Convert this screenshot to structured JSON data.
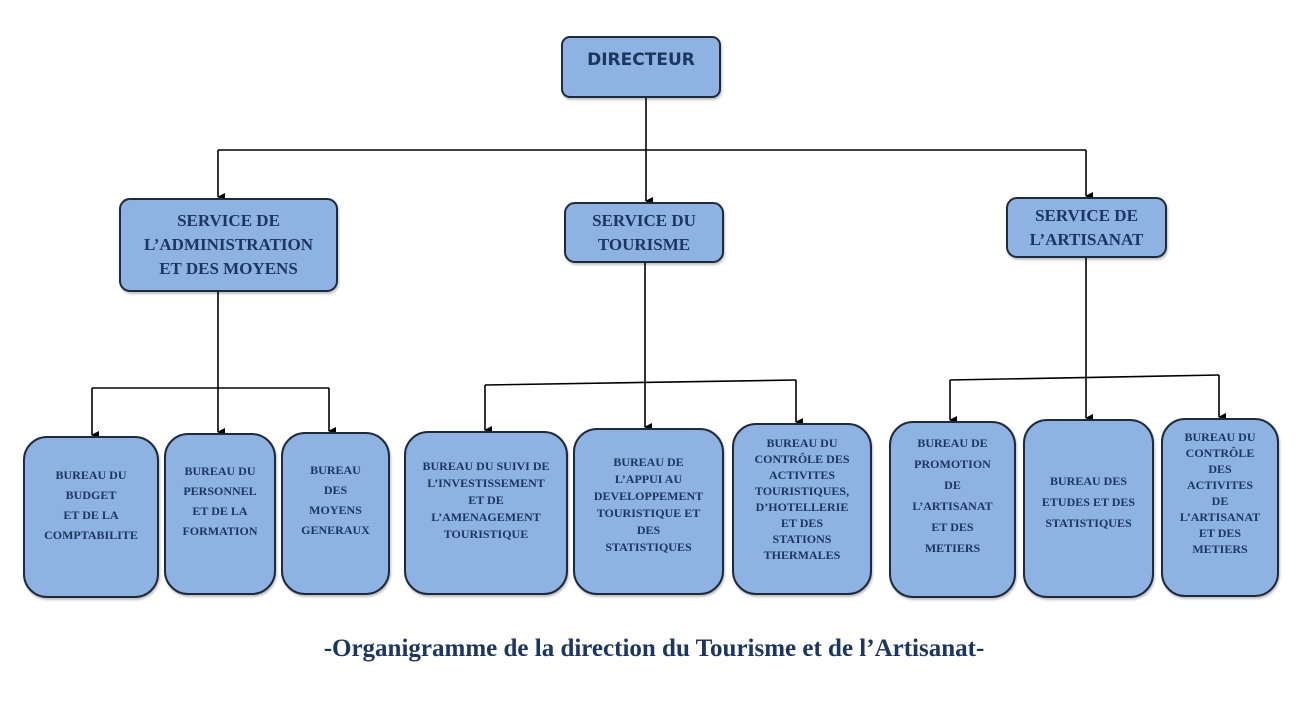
{
  "colors": {
    "box_fill": "#8eb2e2",
    "box_border": "#1f2a3a",
    "text": "#1c3660",
    "connector": "#000000"
  },
  "director": {
    "label": "DIRECTEUR"
  },
  "services": [
    {
      "id": "admin",
      "lines": [
        "SERVICE DE",
        "L’ADMINISTRATION",
        "ET DES MOYENS"
      ]
    },
    {
      "id": "tourisme",
      "lines": [
        "SERVICE DU",
        "TOURISME"
      ]
    },
    {
      "id": "artisanat",
      "lines": [
        "SERVICE DE",
        "L’ARTISANAT"
      ]
    }
  ],
  "bureaus": [
    {
      "parent": "admin",
      "lines": [
        "BUREAU DU",
        "BUDGET",
        "ET DE LA",
        "COMPTABILITE"
      ]
    },
    {
      "parent": "admin",
      "lines": [
        "BUREAU DU",
        "PERSONNEL",
        "ET DE LA",
        "FORMATION"
      ]
    },
    {
      "parent": "admin",
      "lines": [
        "BUREAU",
        "DES",
        "MOYENS",
        "GENERAUX"
      ]
    },
    {
      "parent": "tourisme",
      "lines": [
        "BUREAU DU SUIVI  DE",
        "L’INVESTISSEMENT",
        "ET DE",
        "L’AMENAGEMENT",
        "TOURISTIQUE"
      ]
    },
    {
      "parent": "tourisme",
      "lines": [
        "BUREAU DE",
        "L’APPUI AU",
        "DEVELOPPEMENT",
        "TOURISTIQUE ET",
        "DES",
        "STATISTIQUES"
      ]
    },
    {
      "parent": "tourisme",
      "lines": [
        "BUREAU DU",
        "CONTRÔLE DES",
        "ACTIVITES",
        "TOURISTIQUES,",
        "D’HOTELLERIE",
        "ET DES",
        "STATIONS",
        "THERMALES"
      ]
    },
    {
      "parent": "artisanat",
      "lines": [
        "BUREAU DE",
        "PROMOTION",
        "DE",
        "L’ARTISANAT",
        "ET DES",
        "METIERS"
      ]
    },
    {
      "parent": "artisanat",
      "lines": [
        "BUREAU DES",
        "ETUDES ET DES",
        "STATISTIQUES"
      ]
    },
    {
      "parent": "artisanat",
      "lines": [
        "BUREAU DU",
        "CONTRÔLE",
        "DES",
        "ACTIVITES",
        "DE",
        "L’ARTISANAT",
        "ET DES",
        "METIERS"
      ]
    }
  ],
  "caption": "-Organigramme de la direction du Tourisme et de l’Artisanat-"
}
